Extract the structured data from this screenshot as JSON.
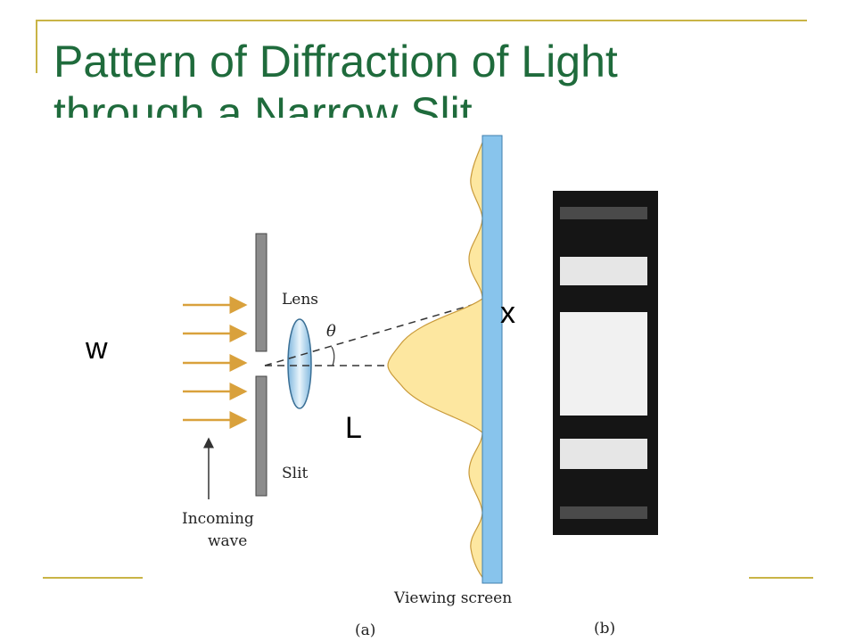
{
  "slide": {
    "title_line_1": "Pattern of Diffraction of Light",
    "title_line_2": "through a Narrow Slit"
  },
  "annotations": {
    "w": "w",
    "x": "x",
    "L": "L"
  },
  "figure": {
    "lens_label": "Lens",
    "theta_label": "θ",
    "slit_label": "Slit",
    "incoming_wave_line_1": "Incoming",
    "incoming_wave_line_2": "wave",
    "screen_label": "Viewing screen",
    "panel_a_label": "(a)",
    "panel_b_label": "(b)"
  },
  "colors": {
    "title": "#1f6b3c",
    "rule": "#c9b446",
    "arrow": "#d9a13c",
    "intensity_fill": "#fde7a0",
    "screen": "#88c4ec"
  }
}
